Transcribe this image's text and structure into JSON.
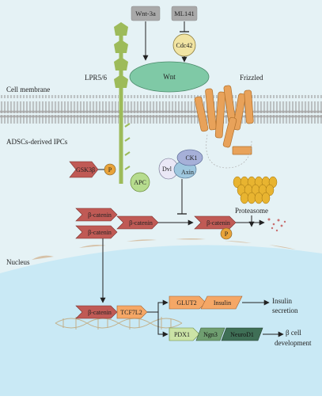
{
  "regions": {
    "cell_membrane": "Cell membrane",
    "cytoplasm": "ADSCs-derived IPCs",
    "nucleus": "Nucleus"
  },
  "ligands": {
    "wnt3a": "Wnt-3a",
    "ml141": "ML141",
    "cdc42": "Cdc42"
  },
  "receptors": {
    "lpr": "LPR5/6",
    "wnt": "Wnt",
    "frizzled": "Frizzled"
  },
  "complex": {
    "gsk3b": "GSK3β",
    "p": "P",
    "apc": "APC",
    "dvl": "Dvl",
    "axin": "Axin",
    "ck1": "CK1"
  },
  "bcatenin": {
    "label": "β-catenin",
    "proteasome": "Proteasome"
  },
  "nuclear": {
    "tcf": "TCF7L2",
    "glut2": "GLUT2",
    "insulin": "Insulin",
    "insulin_secretion_1": "Insulin",
    "insulin_secretion_2": "secretion",
    "pdx1": "PDX1",
    "ngn3": "Ngn3",
    "neurod1": "NeuroD1",
    "beta_dev_1": "β cell",
    "beta_dev_2": "development"
  },
  "colors": {
    "background": "#e5f2f5",
    "nucleus": "#c9e9f5",
    "membrane_head": "#a9a9a9",
    "lpr": "#9dbb5a",
    "wnt": "#7fc9a6",
    "frizzled": "#e8a25a",
    "cdc42": "#f1e4a3",
    "p_circle": "#e8a33a",
    "apc": "#b6dc8e",
    "ck1": "#a6b0d8",
    "axin": "#9fc8df",
    "dvl": "#eae8f6",
    "bcatenin": "#c05a55",
    "proteasome": "#e8b430",
    "gene_orange": "#f5a766",
    "gene_green1": "#cbe3a6",
    "gene_green2": "#6f9e70",
    "gene_green3": "#3f6f56"
  }
}
